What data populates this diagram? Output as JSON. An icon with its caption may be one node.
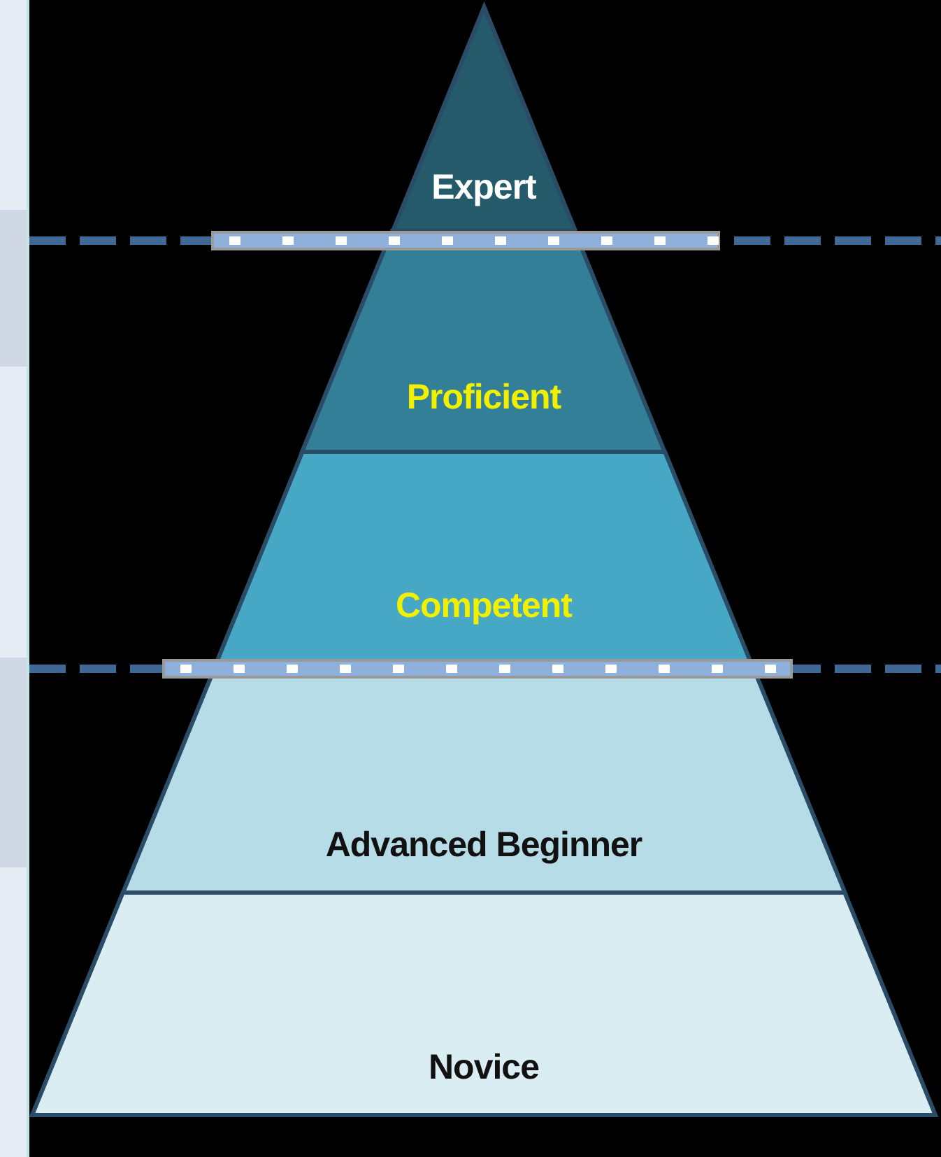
{
  "diagram": {
    "nodes": [
      {
        "text": [
          "Expert"
        ]
      },
      {
        "text": [
          "Proficient"
        ]
      },
      {
        "text": [
          "Competent"
        ]
      },
      {
        "text": [
          "Advanced Beginner"
        ]
      },
      {
        "text": [
          "Novice"
        ]
      }
    ]
  }
}
